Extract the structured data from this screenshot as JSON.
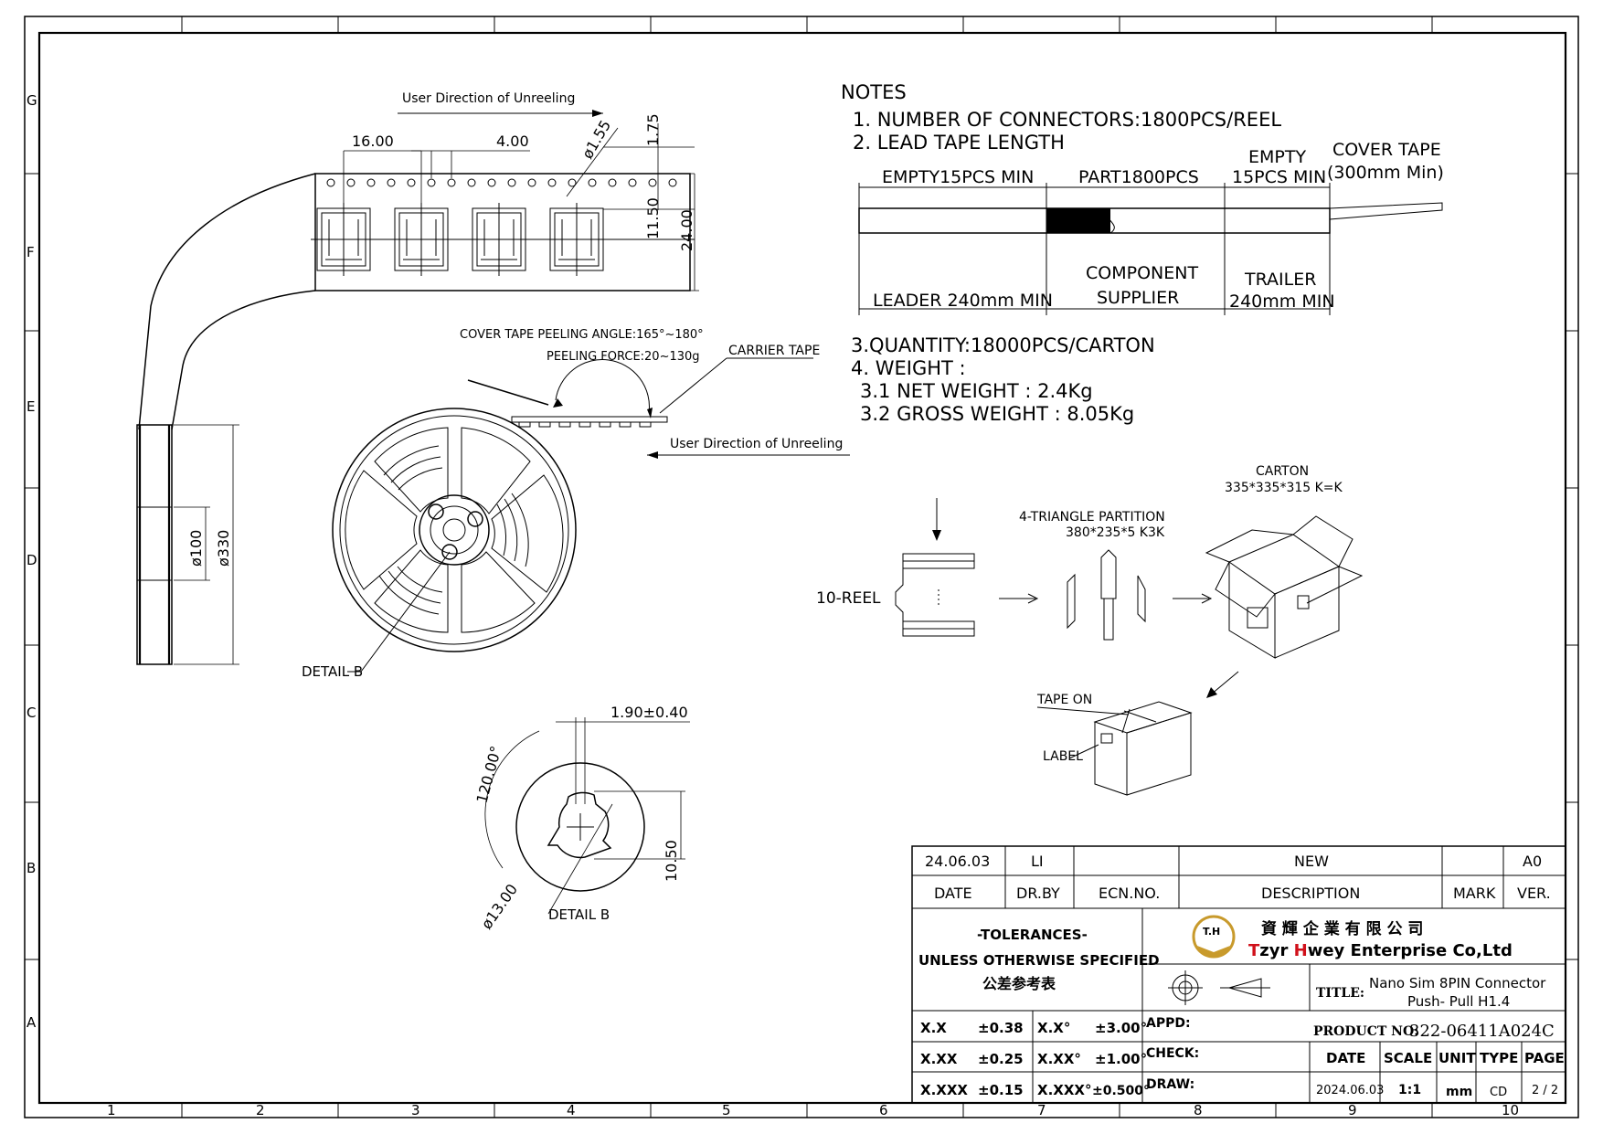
{
  "frame": {
    "columns": [
      "1",
      "2",
      "3",
      "4",
      "5",
      "6",
      "7",
      "8",
      "9",
      "10"
    ],
    "rows": [
      "G",
      "F",
      "E",
      "D",
      "C",
      "B",
      "A"
    ]
  },
  "notes": {
    "heading": "NOTES",
    "line1": "1. NUMBER OF CONNECTORS:1800PCS/REEL",
    "line2": "2. LEAD TAPE LENGTH",
    "line3": "3.QUANTITY:18000PCS/CARTON",
    "line4": "4. WEIGHT :",
    "line5": "3.1 NET WEIGHT : 2.4Kg",
    "line6": "3.2 GROSS WEIGHT : 8.05Kg"
  },
  "lead_tape": {
    "empty_start": "EMPTY15PCS MIN",
    "part": "PART1800PCS",
    "empty_end_1": "EMPTY",
    "empty_end_2": "15PCS MIN",
    "cover_tape_1": "COVER TAPE",
    "cover_tape_2": "(300mm Min)",
    "leader": "LEADER 240mm MIN",
    "component_1": "COMPONENT",
    "component_2": "SUPPLIER",
    "trailer_1": "TRAILER",
    "trailer_2": "240mm MIN"
  },
  "tape": {
    "unreel_top": "User Direction of Unreeling",
    "pitch_16": "16.00",
    "pitch_4": "4.00",
    "hole": "ø1.55",
    "dim_175": "1.75",
    "dim_1150": "11.50",
    "dim_24": "24.00"
  },
  "reel": {
    "peeling_angle": "COVER TAPE PEELING ANGLE:165°~180°",
    "peeling_force": "PEELING FORCE:20~130g",
    "carrier_tape": "CARRIER TAPE",
    "unreel_mid": "User Direction of Unreeling",
    "d100": "ø100",
    "d330": "ø330",
    "detail_b_callout": "DETAIL B"
  },
  "detail_b": {
    "slot": "1.90±0.40",
    "angle": "120.00°",
    "dim_1050": "10.50",
    "d13": "ø13.00",
    "title": "DETAIL B"
  },
  "packing": {
    "ten_reel": "10-REEL",
    "partition_1": "4-TRIANGLE PARTITION",
    "partition_2": "380*235*5 K3K",
    "carton_1": "CARTON",
    "carton_2": "335*335*315 K=K",
    "tape_on": "TAPE ON",
    "label": "LABEL"
  },
  "title_block": {
    "rev_date": "24.06.03",
    "rev_by": "LI",
    "rev_ecn": "",
    "rev_desc": "NEW",
    "rev_mark": "",
    "rev_ver": "A0",
    "h_date": "DATE",
    "h_drby": "DR.BY",
    "h_ecn": "ECN.NO.",
    "h_desc": "DESCRIPTION",
    "h_mark": "MARK",
    "h_ver": "VER.",
    "tol_1": "-TOLERANCES-",
    "tol_2": "UNLESS OTHERWISE SPECIFIED",
    "tol_3": "公差参考表",
    "logo_mark": "T.H",
    "company_cn": "資 輝 企 業 有 限 公 司",
    "company_en_t": "T",
    "company_en_zyr": "zyr ",
    "company_en_h": "H",
    "company_en_rest": "wey Enterprise Co,Ltd",
    "title_label": "TITLE:",
    "title_1": "Nano Sim 8PIN Connector",
    "title_2": "Push- Pull H1.4",
    "product_label": "PRODUCT NO:",
    "product_no": "322-06411A024C",
    "appd": "APPD:",
    "check": "CHECK:",
    "draw": "DRAW:",
    "h_date2": "DATE",
    "h_scale": "SCALE",
    "h_unit": "UNIT",
    "h_type": "TYPE",
    "h_page": "PAGE",
    "v_date": "2024.06.03",
    "v_scale": "1:1",
    "v_unit": "mm",
    "v_type": "CD",
    "v_page": "2 / 2",
    "tol_rows": [
      {
        "a": "X.X",
        "b": "±0.38",
        "c": "X.X°",
        "d": "±3.00°"
      },
      {
        "a": "X.XX",
        "b": "±0.25",
        "c": "X.XX°",
        "d": "±1.00°"
      },
      {
        "a": "X.XXX",
        "b": "±0.15",
        "c": "X.XXX°",
        "d": "±0.500°"
      }
    ]
  },
  "colors": {
    "logo_gold": "#c89a2c",
    "brand_red": "#d0101a"
  }
}
